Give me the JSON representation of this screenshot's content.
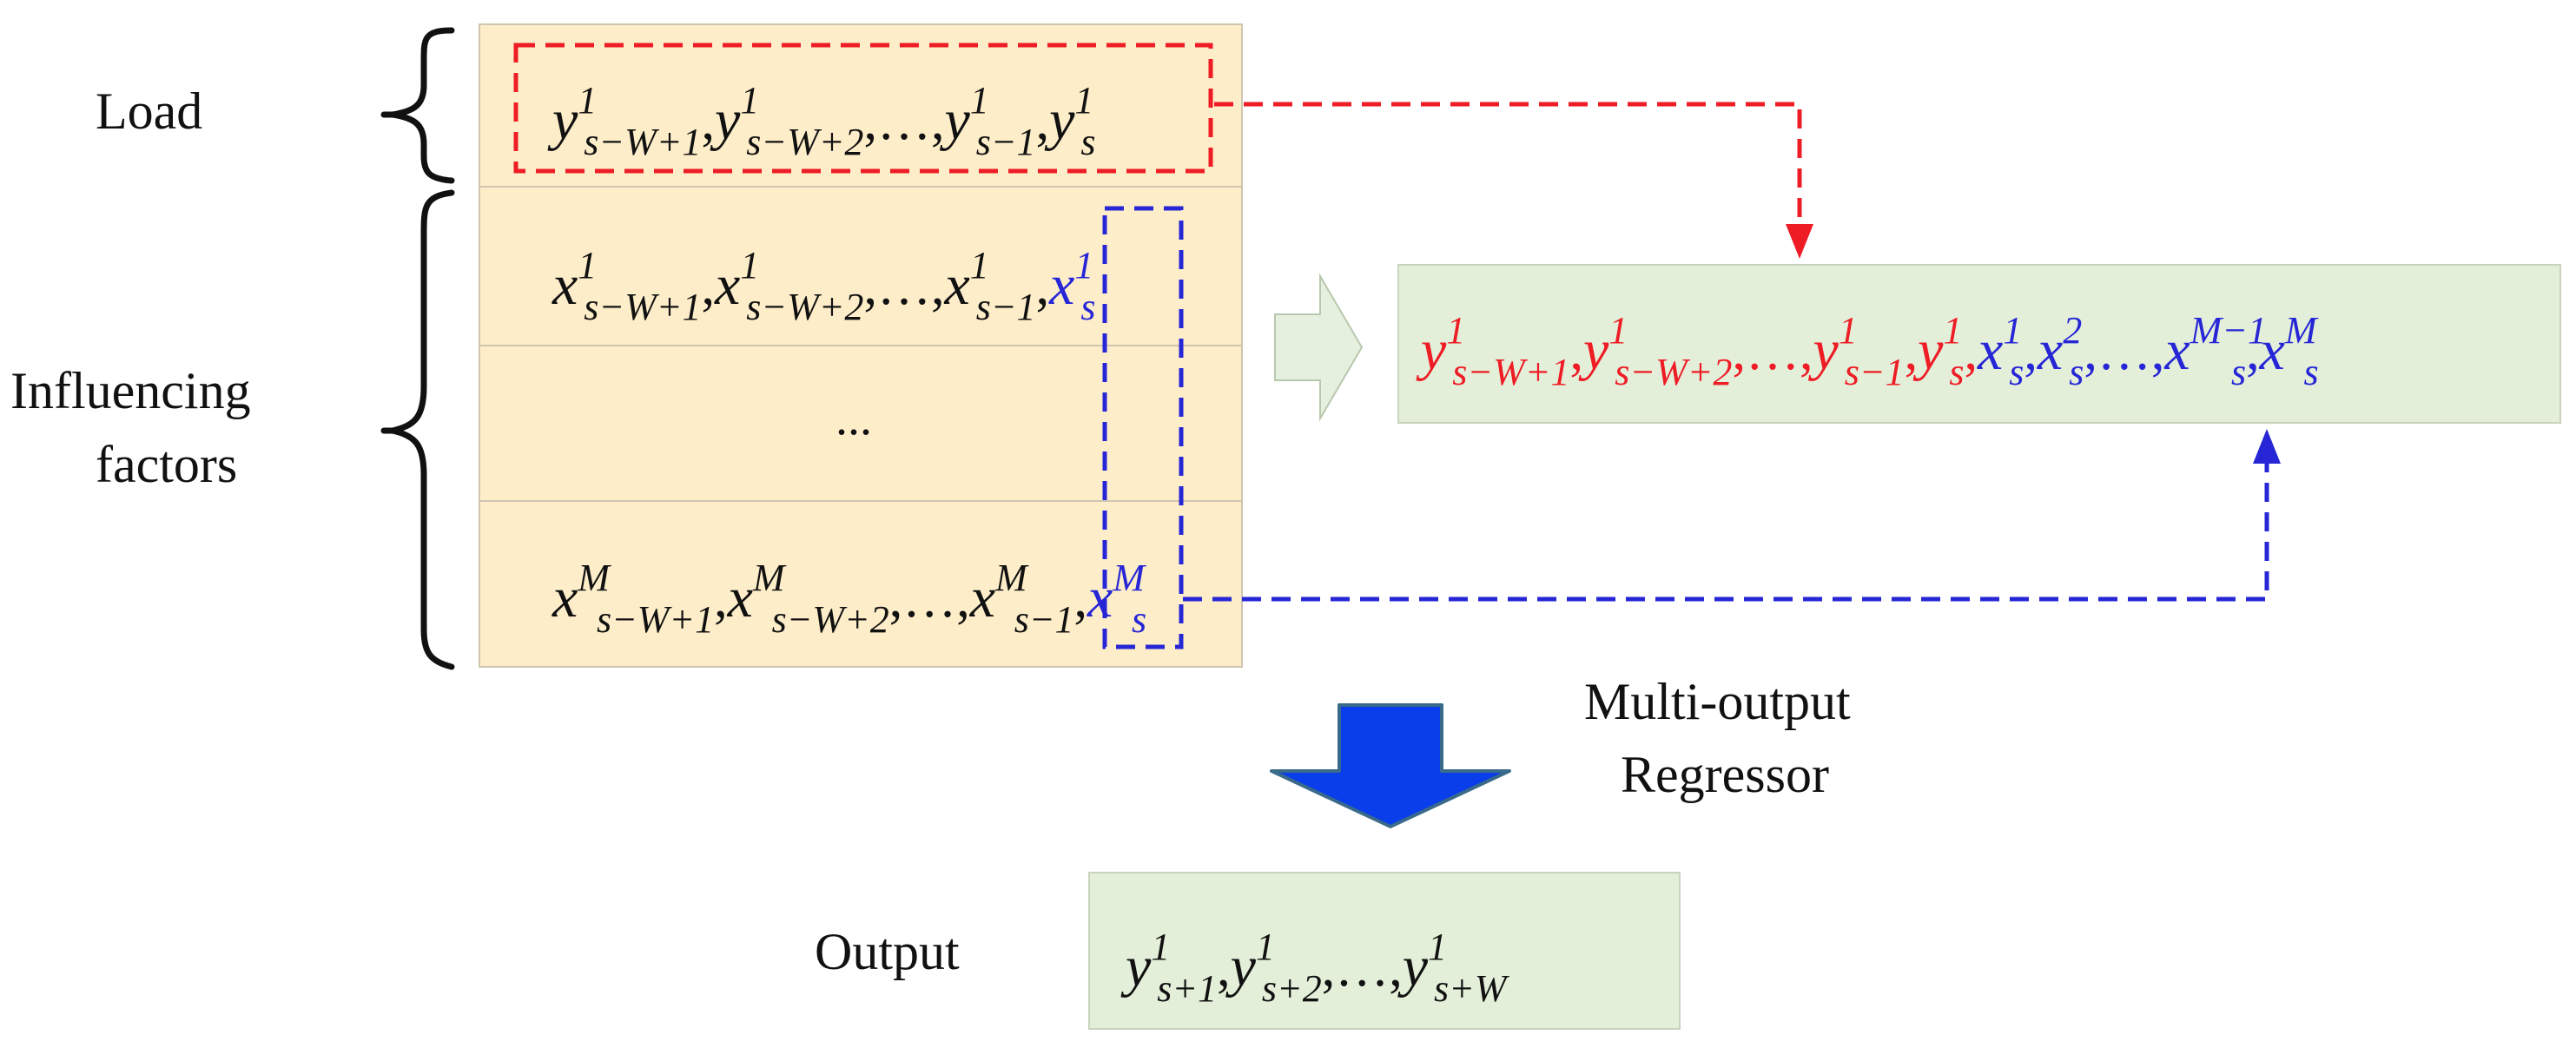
{
  "labels": {
    "load": "Load",
    "influencing_line1": "Influencing",
    "influencing_line2": "factors",
    "regressor_line1": "Multi-output",
    "regressor_line2": "Regressor",
    "output": "Output",
    "ellipsis": "..."
  },
  "colors": {
    "panel_fill": "#FDEDC9",
    "panel_rule": "#CFC6B0",
    "result_fill": "#E3EFD9",
    "result_border": "#C9D3C0",
    "load_red": "#EE1C25",
    "factor_blue": "#2626D6",
    "text_black": "#111111",
    "down_arrow_fill": "#0A3EEA",
    "down_arrow_edge": "#3A6A8A",
    "chevron_fill": "#E6F0DE"
  },
  "formulas": {
    "load_row": [
      {
        "base": "y",
        "sup": "1",
        "sub": "s−W+1",
        "sep": ","
      },
      {
        "base": "y",
        "sup": "1",
        "sub": "s−W+2",
        "sep": ",…,"
      },
      {
        "base": "y",
        "sup": "1",
        "sub": "s−1",
        "sep": ","
      },
      {
        "base": "y",
        "sup": "1",
        "sub": "s",
        "sep": ""
      }
    ],
    "factor_row_1": [
      {
        "base": "x",
        "sup": "1",
        "sub": "s−W+1",
        "sep": ","
      },
      {
        "base": "x",
        "sup": "1",
        "sub": "s−W+2",
        "sep": ",…,"
      },
      {
        "base": "x",
        "sup": "1",
        "sub": "s−1",
        "sep": ","
      },
      {
        "base": "x",
        "sup": "1",
        "sub": "s",
        "sep": "",
        "color": "blue"
      }
    ],
    "factor_row_M": [
      {
        "base": "x",
        "sup": "M",
        "sub": "s−W+1",
        "sep": ","
      },
      {
        "base": "x",
        "sup": "M",
        "sub": "s−W+2",
        "sep": ",…,"
      },
      {
        "base": "x",
        "sup": "M",
        "sub": "s−1",
        "sep": ","
      },
      {
        "base": "x",
        "sup": "M",
        "sub": "s",
        "sep": "",
        "color": "blue"
      }
    ],
    "combined": [
      {
        "base": "y",
        "sup": "1",
        "sub": "s−W+1",
        "sep": ",",
        "color": "red"
      },
      {
        "base": "y",
        "sup": "1",
        "sub": "s−W+2",
        "sep": ",…,",
        "color": "red"
      },
      {
        "base": "y",
        "sup": "1",
        "sub": "s−1",
        "sep": ",",
        "color": "red"
      },
      {
        "base": "y",
        "sup": "1",
        "sub": "s",
        "sep": ",",
        "color": "red"
      },
      {
        "base": "x",
        "sup": "1",
        "sub": "s",
        "sep": ",",
        "color": "blue"
      },
      {
        "base": "x",
        "sup": "2",
        "sub": "s",
        "sep": ",…,",
        "color": "blue"
      },
      {
        "base": "x",
        "sup": "M−1",
        "sub": "s",
        "sep": ",",
        "color": "blue"
      },
      {
        "base": "x",
        "sup": "M",
        "sub": "s",
        "sep": "",
        "color": "blue"
      }
    ],
    "output": [
      {
        "base": "y",
        "sup": "1",
        "sub": "s+1",
        "sep": ","
      },
      {
        "base": "y",
        "sup": "1",
        "sub": "s+2",
        "sep": ",…,"
      },
      {
        "base": "y",
        "sup": "1",
        "sub": "s+W",
        "sep": ""
      }
    ]
  }
}
